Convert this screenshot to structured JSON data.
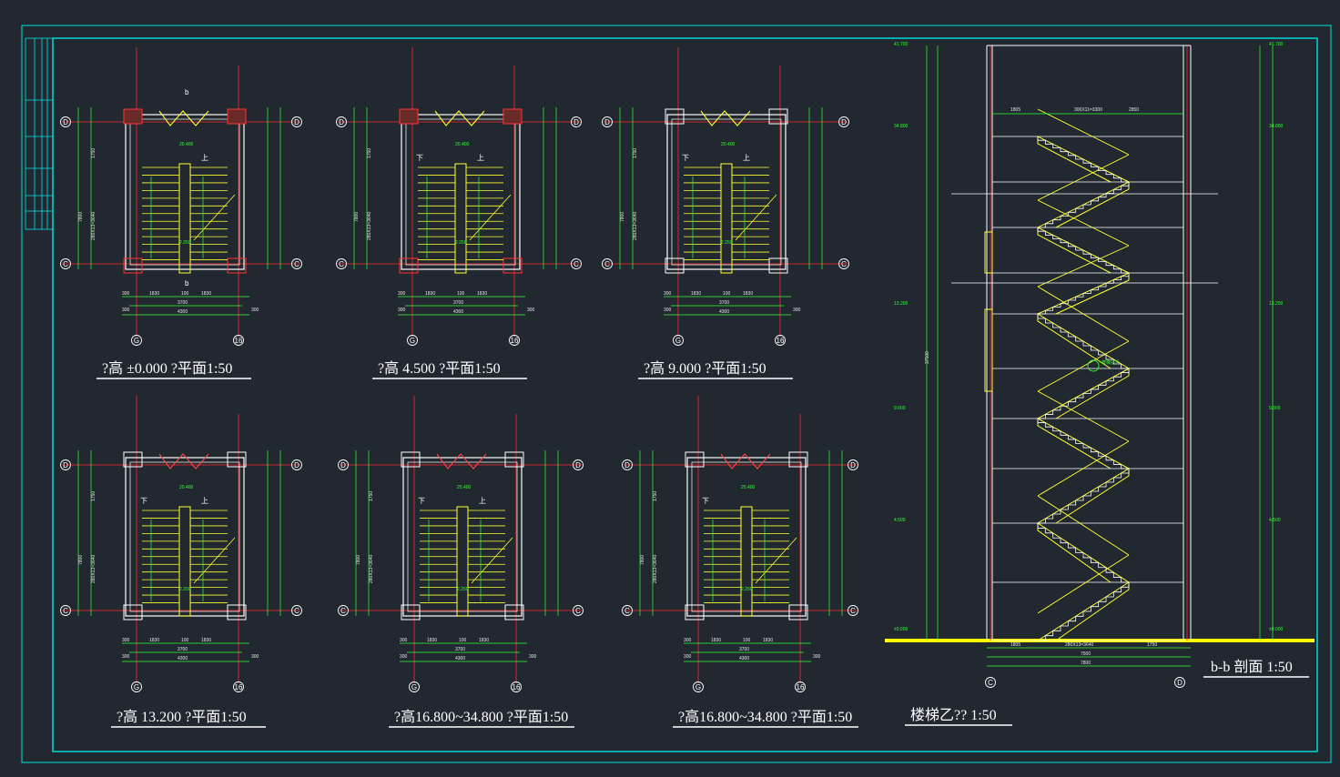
{
  "drawing": {
    "colors": {
      "background": "#212830",
      "frame": "#00e5e5",
      "wall": "#ffffff",
      "axis": "#ff2a2a",
      "dimension": "#33ff33",
      "stair": "#ffff33",
      "ground": "#ffff00"
    },
    "plans": [
      {
        "title": "?高 ±0.000 ?平面1:50",
        "grid_top": "D",
        "grid_bottom": "C",
        "grid_left": "G",
        "grid_right": "16",
        "section_mark": "b",
        "dims_top_row": [
          "300",
          "1830",
          "100",
          "1830"
        ],
        "dim_mid": "3700",
        "dim_total": "4300",
        "dim_edge": "300",
        "landing_label": "上",
        "down_label": ""
      },
      {
        "title": "?高   4.500 ?平面1:50",
        "grid_top": "D",
        "grid_bottom": "C",
        "grid_left": "G",
        "grid_right": "16",
        "section_mark": "",
        "dims_top_row": [
          "300",
          "1830",
          "100",
          "1830"
        ],
        "dim_mid": "3700",
        "dim_total": "4300",
        "dim_edge": "300",
        "landing_label": "上",
        "down_label": "下"
      },
      {
        "title": "?高   9.000 ?平面1:50",
        "grid_top": "D",
        "grid_bottom": "C",
        "grid_left": "G",
        "grid_right": "16",
        "section_mark": "",
        "dims_top_row": [
          "300",
          "1830",
          "100",
          "1830"
        ],
        "dim_mid": "3700",
        "dim_total": "4300",
        "dim_edge": "300",
        "landing_label": "上",
        "down_label": "下"
      },
      {
        "title": "?高 13.200 ?平面1:50",
        "grid_top": "D",
        "grid_bottom": "C",
        "grid_left": "G",
        "grid_right": "16",
        "section_mark": "",
        "dims_top_row": [
          "300",
          "1830",
          "100",
          "1830"
        ],
        "dim_mid": "3700",
        "dim_total": "4300",
        "dim_edge": "300",
        "landing_label": "上",
        "down_label": "下"
      },
      {
        "title": "?高16.800~34.800 ?平面1:50",
        "grid_top": "D",
        "grid_bottom": "C",
        "grid_left": "G",
        "grid_right": "16",
        "section_mark": "",
        "dims_top_row": [
          "300",
          "1830",
          "100",
          "1830"
        ],
        "dim_mid": "3700",
        "dim_total": "4300",
        "dim_edge": "300",
        "landing_label": "上",
        "down_label": "下"
      },
      {
        "title": "?高16.800~34.800 ?平面1:50",
        "grid_top": "D",
        "grid_bottom": "C",
        "grid_left": "G",
        "grid_right": "16",
        "section_mark": "",
        "dims_top_row": [
          "300",
          "1830",
          "100",
          "1830"
        ],
        "dim_mid": "3700",
        "dim_total": "4300",
        "dim_edge": "300",
        "landing_label": "",
        "down_label": "下"
      }
    ],
    "section": {
      "title": "b-b 剖面 1:50",
      "grid_left": "C",
      "grid_right": "D",
      "dim_total": "7500",
      "dim_overall": "7800",
      "dim_flight": "280X13=3640",
      "dim_top_flight": "300X11=3300",
      "dim_left": "1805",
      "dim_right": "1750",
      "dim_right_top": "2850",
      "elev_top": "41.700",
      "elev_mid": "13.200",
      "elev_9": "9.000",
      "elev_45": "4.500",
      "elev_0": "±0.000",
      "elev_34": "34.800",
      "vertical_total": "37500",
      "handrail_note": "楼梯扶手"
    },
    "sheet_title": "楼梯乙?? 1:50"
  }
}
